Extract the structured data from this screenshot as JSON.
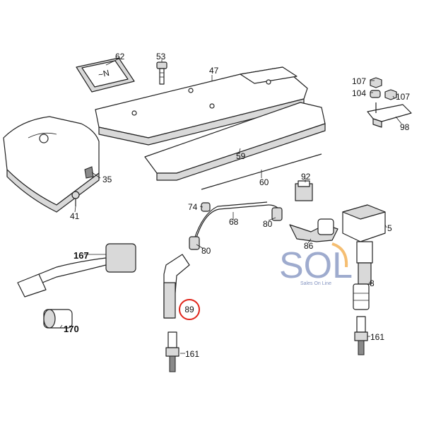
{
  "diagram": {
    "labels": {
      "p62": "62",
      "p53": "53",
      "p47": "47",
      "p107a": "107",
      "p104": "104",
      "p107b": "107",
      "p98": "98",
      "p35": "35",
      "p41": "41",
      "p59": "59",
      "p60": "60",
      "p92": "92",
      "p74": "74",
      "p68": "68",
      "p80a": "80",
      "p80b": "80",
      "p86": "86",
      "p5": "5",
      "p167": "167",
      "p170": "170",
      "p89": "89",
      "p161a": "161",
      "p161b": "161",
      "p8": "8"
    },
    "highlight_color": "#e0251b"
  },
  "watermark": {
    "logo_text": "SOL",
    "tagline": "Sales On Line",
    "colors": [
      "#2f4a96",
      "#f0a030"
    ]
  }
}
